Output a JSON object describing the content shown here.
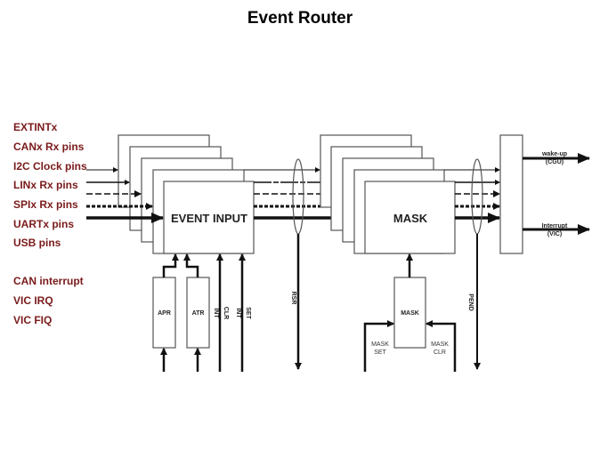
{
  "title": "Event Router",
  "input_labels": [
    "EXTINTx",
    "CANx Rx pins",
    "I2C Clock pins",
    "LINx Rx pins",
    "SPIx Rx pins",
    "UARTx pins",
    "USB pins"
  ],
  "interrupt_labels": [
    "CAN interrupt",
    "VIC IRQ",
    "VIC FIQ"
  ],
  "blocks": {
    "event_input": "EVENT INPUT",
    "mask": "MASK",
    "apr": "APR",
    "atr": "ATR",
    "mask_small": "MASK"
  },
  "signals": {
    "int_clr": [
      "INT",
      "CLR"
    ],
    "int_set": [
      "INT",
      "SET"
    ],
    "rsr": "RSR",
    "pend": "PEND",
    "mask_set": [
      "MASK",
      "SET"
    ],
    "mask_clr": [
      "MASK",
      "CLR"
    ]
  },
  "outputs": {
    "wake_up": [
      "wake-up",
      "(CGU)"
    ],
    "interrupt": [
      "Interrupt",
      "(VIC)"
    ]
  },
  "colors": {
    "label": "#7a1a1a",
    "line": "#111111",
    "box": "#555555"
  }
}
